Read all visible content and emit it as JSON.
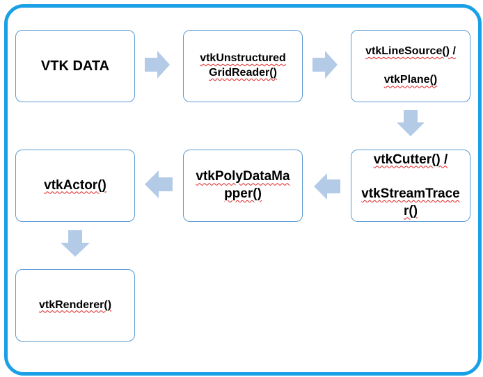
{
  "colors": {
    "frame": "#1aa0e6",
    "node_border": "#5b9bd5",
    "arrow": "#b4cbe8",
    "spellcheck": "#e02020"
  },
  "nodes": {
    "vtk_data": "VTK DATA",
    "reader": "vtkUnstructuredGridReader()",
    "source_line1": "vtkLineSource() /",
    "source_line2": "vtkPlane()",
    "cutter_line1": "vtkCutter() /",
    "cutter_line2": "vtkStreamTracer()",
    "mapper": "vtkPolyDataMapper()",
    "actor": "vtkActor()",
    "renderer": "vtkRenderer()"
  }
}
